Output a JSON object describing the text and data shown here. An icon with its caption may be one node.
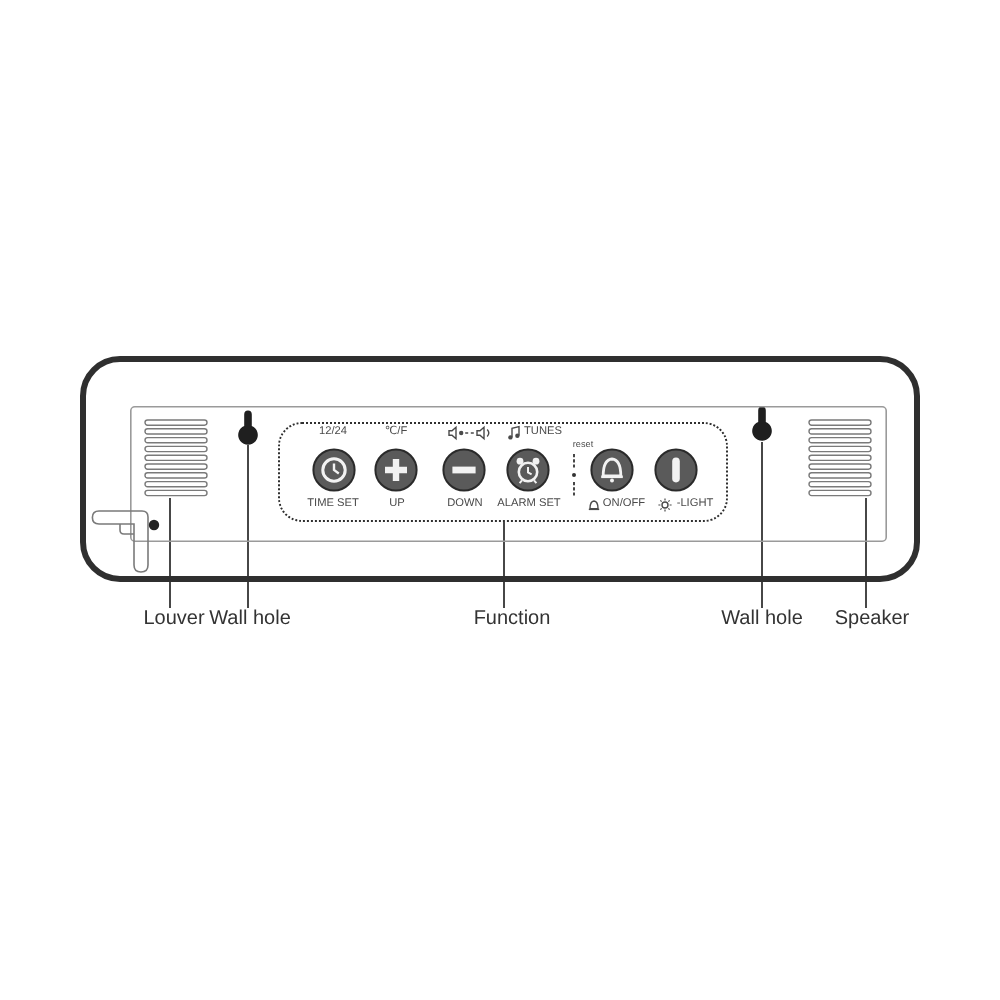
{
  "diagram": {
    "nodes": [
      {
        "text": [],
        "shape": "box"
      },
      {
        "text": [],
        "shape": "grille",
        "in": 0
      },
      {
        "text": [],
        "shape": "hole",
        "in": 0
      },
      {
        "text": [
          "12/24",
          "℃/F",
          "TUNES",
          "reset",
          "TIME SET",
          "UP",
          "DOWN",
          "ALARM SET",
          "ON/OFF",
          "-LIGHT"
        ],
        "in": 0
      },
      {
        "text": [],
        "shape": "hole",
        "in": 0
      },
      {
        "text": [],
        "shape": "grille",
        "in": 0
      },
      {
        "text": [
          "Louver"
        ]
      },
      {
        "text": [
          "Wall hole"
        ]
      },
      {
        "text": [
          "Function"
        ]
      },
      {
        "text": [
          "Wall hole"
        ]
      },
      {
        "text": [
          "Speaker"
        ]
      }
    ],
    "edges": [
      {
        "from": 6,
        "to": 1,
        "arrow": "none"
      },
      {
        "from": 7,
        "to": 2,
        "arrow": "none"
      },
      {
        "from": 8,
        "to": 3,
        "arrow": "none"
      },
      {
        "from": 9,
        "to": 4,
        "arrow": "none"
      },
      {
        "from": 10,
        "to": 5,
        "arrow": "none"
      }
    ]
  }
}
